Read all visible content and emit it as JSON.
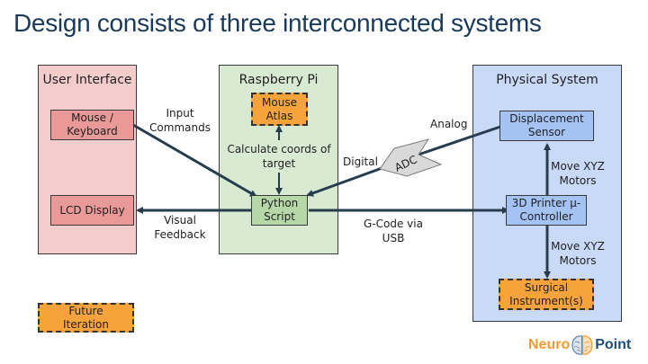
{
  "slide": {
    "title": "Design consists of three interconnected systems"
  },
  "panels": {
    "user_interface": {
      "title": "User Interface",
      "mouse_keyboard": "Mouse / Keyboard",
      "lcd_display": "LCD Display"
    },
    "raspberry_pi": {
      "title": "Raspberry Pi",
      "mouse_atlas": "Mouse Atlas",
      "python_script": "Python Script"
    },
    "physical_system": {
      "title": "Physical System",
      "displacement_sensor": "Displacement Sensor",
      "printer_controller": "3D Printer μ-Controller",
      "surgical_instruments": "Surgical Instrument(s)"
    }
  },
  "connections": {
    "input_commands": "Input Commands",
    "visual_feedback": "Visual Feedback",
    "calculate_coords": "Calculate coords of target",
    "gcode_usb": "G-Code via USB",
    "digital": "Digital",
    "analog": "Analog",
    "adc": "ADC",
    "move_xyz_up": "Move XYZ Motors",
    "move_xyz_down": "Move XYZ Motors"
  },
  "legend": {
    "future_iteration": "Future Iteration"
  },
  "logo": {
    "left": "Neuro",
    "right": "Point"
  },
  "colors": {
    "title": "#1a3a5c",
    "ui_panel": "#f4cccc",
    "ui_box": "#ea9999",
    "pi_panel": "#d9ead3",
    "pi_box": "#b6d7a8",
    "phys_panel": "#c9daf8",
    "phys_box": "#a4c2f4",
    "future": "#f6a33b",
    "arrow": "#263d4d",
    "adc": "#d9d9d9"
  }
}
